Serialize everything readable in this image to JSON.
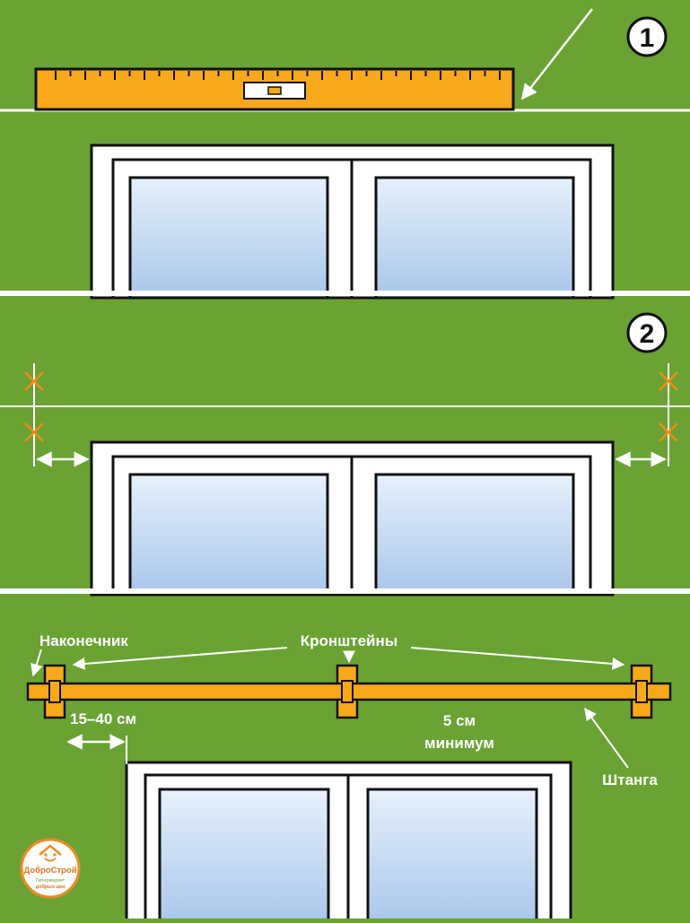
{
  "steps": {
    "step1_number": "1",
    "step2_number": "2"
  },
  "labels": {
    "finial": "Наконечник",
    "brackets": "Кронштейны",
    "offset": "15–40 см",
    "min_line1": "5 см",
    "min_line2": "минимум",
    "rod": "Штанга"
  },
  "logo": {
    "brand": "ДоброСтрой",
    "tagline1": "Гипермаркет",
    "tagline2": "добрых цен"
  },
  "colors": {
    "wall": "#6aa333",
    "rod": "#f7a91b",
    "frame": "#ffffff",
    "outline": "#111111",
    "mark": "#f28a1a",
    "glass_top": "#e6f1fb",
    "glass_bottom": "#a9c6ea",
    "logo_ring": "#f08a25"
  },
  "icons": [
    "spirit-level-icon",
    "mark-cross-icon",
    "double-arrow-icon",
    "logo-house-icon"
  ]
}
